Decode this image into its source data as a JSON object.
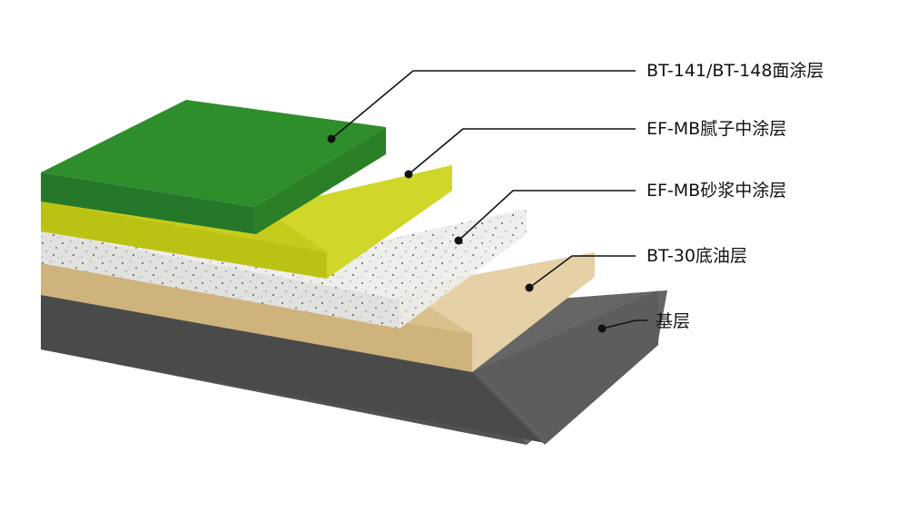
{
  "layers": [
    {
      "label": "BT-141/BT-148面涂层",
      "color": "#2f8f2c"
    },
    {
      "label": "EF-MB腻子中涂层",
      "color": "#c8cf1c"
    },
    {
      "label": "EF-MB砂浆中涂层",
      "color": "#ececea"
    },
    {
      "label": "BT-30底油层",
      "color": "#dcc28f"
    },
    {
      "label": "基层",
      "color": "#5b5b5b"
    }
  ]
}
